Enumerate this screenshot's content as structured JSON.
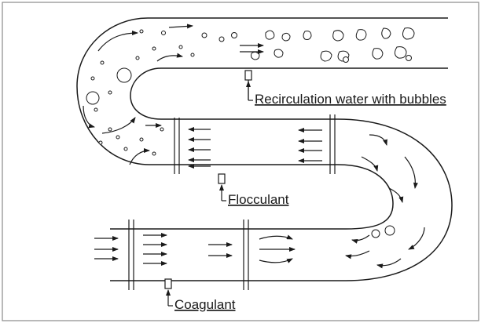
{
  "labels": {
    "recirculation": "Recirculation water with bubbles",
    "flocculant": "Flocculant",
    "coagulant": "Coagulant"
  }
}
